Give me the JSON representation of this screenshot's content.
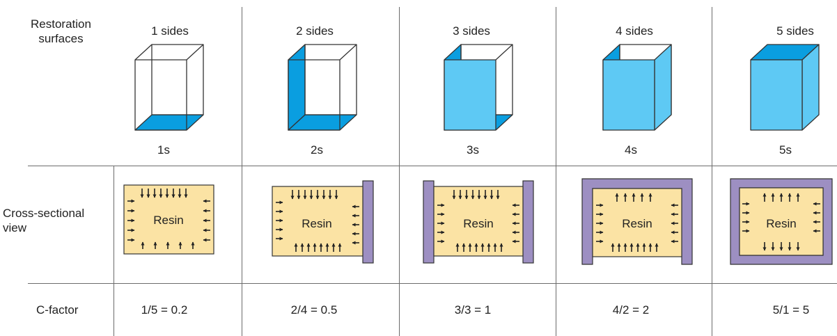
{
  "row_labels": {
    "surfaces": "Restoration\nsurfaces",
    "cross": "Cross-sectional\nview",
    "cfactor": "C-factor"
  },
  "columns": [
    {
      "header": "1 sides",
      "surface_label": "1s",
      "resin": "Resin",
      "cfactor": "1/5 = 0.2",
      "bonded_surfaces": 1,
      "unbonded_surfaces": 5
    },
    {
      "header": "2 sides",
      "surface_label": "2s",
      "resin": "Resin",
      "cfactor": "2/4 = 0.5",
      "bonded_surfaces": 2,
      "unbonded_surfaces": 4
    },
    {
      "header": "3 sides",
      "surface_label": "3s",
      "resin": "Resin",
      "cfactor": "3/3 = 1",
      "bonded_surfaces": 3,
      "unbonded_surfaces": 3
    },
    {
      "header": "4 sides",
      "surface_label": "4s",
      "resin": "Resin",
      "cfactor": "4/2 = 2",
      "bonded_surfaces": 4,
      "unbonded_surfaces": 2
    },
    {
      "header": "5 sides",
      "surface_label": "5s",
      "resin": "Resin",
      "cfactor": "5/1 = 5",
      "bonded_surfaces": 5,
      "unbonded_surfaces": 1
    }
  ],
  "colors": {
    "dark_blue": "#0a9ee0",
    "light_blue": "#5ec9f4",
    "resin_fill": "#fbe3a4",
    "wall_fill": "#9d8fc2",
    "outline": "#333333"
  }
}
